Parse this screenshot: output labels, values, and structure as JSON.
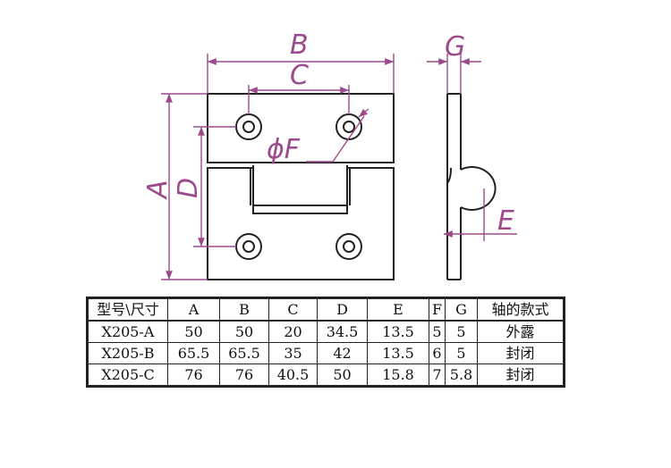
{
  "colors": {
    "dimension": "#9c4a8c",
    "outline": "#222222"
  },
  "drawing": {
    "labels": {
      "A": "A",
      "B": "B",
      "C": "C",
      "D": "D",
      "E": "E",
      "F": "ϕF",
      "G": "G"
    }
  },
  "table": {
    "headers": [
      "型号\\尺寸",
      "A",
      "B",
      "C",
      "D",
      "E",
      "F",
      "G",
      "轴的款式"
    ],
    "rows": [
      [
        "X205-A",
        "50",
        "50",
        "20",
        "34.5",
        "13.5",
        "5",
        "5",
        "外露"
      ],
      [
        "X205-B",
        "65.5",
        "65.5",
        "35",
        "42",
        "13.5",
        "6",
        "5",
        "封闭"
      ],
      [
        "X205-C",
        "76",
        "76",
        "40.5",
        "50",
        "15.8",
        "7",
        "5.8",
        "封闭"
      ]
    ]
  }
}
